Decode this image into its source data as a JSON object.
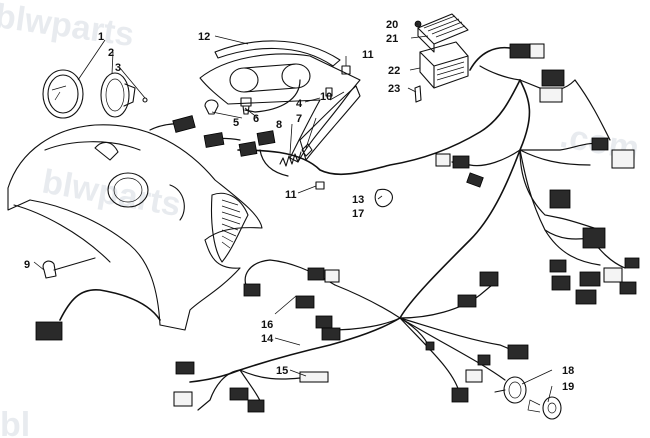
{
  "watermark": {
    "text_top": "blwparts",
    "text_mid": "blwparts",
    "text_right": ".com",
    "text_bottom": "bl"
  },
  "callouts": {
    "c1": "1",
    "c2": "2",
    "c3": "3",
    "c4": "4",
    "c5": "5",
    "c6": "6",
    "c7": "7",
    "c8": "8",
    "c9": "9",
    "c10": "10",
    "c11a": "11",
    "c11b": "11",
    "c12": "12",
    "c13": "13",
    "c14": "14",
    "c15": "15",
    "c16": "16",
    "c17": "17",
    "c18": "18",
    "c19": "19",
    "c20": "20",
    "c21": "21",
    "c22": "22",
    "c23": "23"
  }
}
